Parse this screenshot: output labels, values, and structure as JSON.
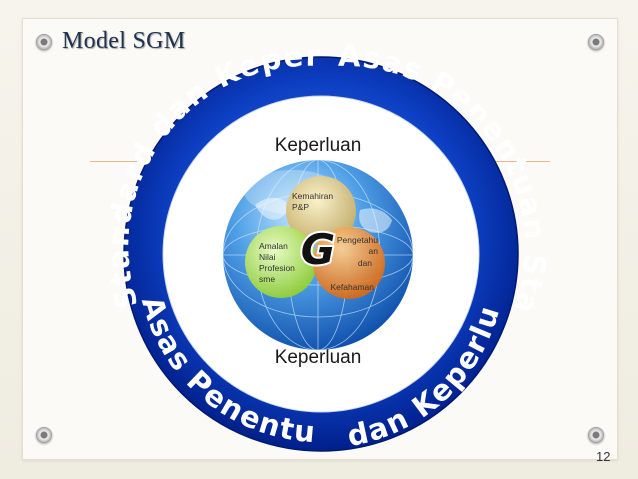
{
  "slide": {
    "title": "Model SGM",
    "page_number": "12"
  },
  "ring": {
    "top_left": "Standard dan Keperluan",
    "top_right": "Asas Penentuan Standard",
    "bottom_left": "Asas Penentuan Standard",
    "bottom_right": "dan Keperluan"
  },
  "center": {
    "top_label": "Keperluan",
    "bottom_label": "Keperluan",
    "logo_letter": "G",
    "circles": {
      "skills_line1": "Kemahiran",
      "skills_line2": "P&P",
      "values_line1": "Amalan",
      "values_line2": "Nilai",
      "values_line3": "Profesion",
      "values_line4": "sme",
      "knowledge_line1": "Pengetahu",
      "knowledge_line2": "an",
      "knowledge_line3": "dan",
      "knowledge_line4": "Kefahaman"
    }
  },
  "colors": {
    "ring_dark": "#002a9a",
    "ring_light": "#1f62d8",
    "globe": "#2f7fd0",
    "circle_skills": "#d9c58a",
    "circle_values": "#b8e25a",
    "circle_knowledge": "#e88a2f"
  }
}
